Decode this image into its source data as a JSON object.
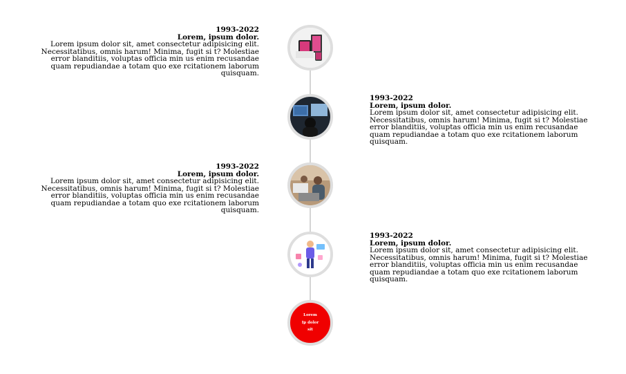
{
  "entries": [
    {
      "year": "1993-2022",
      "subtitle": "Lorem, ipsum dolor.",
      "text": "Lorem ipsum dolor sit, amet consectetur adipisicing elit. Necessitatibus, omnis harum! Minima, fugit si t? Molestiae error blanditiis, voluptas officia min us enim recusandae quam repudiandae a totam quo exe rcitationem laborum quisquam.",
      "side": "left",
      "image": "devices-mockup"
    },
    {
      "year": "1993-2022",
      "subtitle": "Lorem, ipsum dolor.",
      "text": "Lorem ipsum dolor sit, amet consectetur adipisicing elit. Necessitatibus, omnis harum! Minima, fugit si t? Molestiae error blanditiis, voluptas officia min us enim recusandae quam repudiandae a totam quo exe rcitationem laborum quisquam.",
      "side": "right",
      "image": "person-at-monitors"
    },
    {
      "year": "1993-2022",
      "subtitle": "Lorem, ipsum dolor.",
      "text": "Lorem ipsum dolor sit, amet consectetur adipisicing elit. Necessitatibus, omnis harum! Minima, fugit si t? Molestiae error blanditiis, voluptas officia min us enim recusandae quam repudiandae a totam quo exe rcitationem laborum quisquam.",
      "side": "left",
      "image": "team-meeting"
    },
    {
      "year": "1993-2022",
      "subtitle": "Lorem, ipsum dolor.",
      "text": "Lorem ipsum dolor sit, amet consectetur adipisicing elit. Necessitatibus, omnis harum! Minima, fugit si t? Molestiae error blanditiis, voluptas officia min us enim recusandae quam repudiandae a totam quo exe rcitationem laborum quisquam.",
      "side": "right",
      "image": "designer-illustration"
    }
  ],
  "end_node": {
    "lines": [
      "Lorem",
      "Ip dolor",
      "sit"
    ],
    "color": "#f00000"
  },
  "colors": {
    "line": "#d4d4d4",
    "ring": "#dedede"
  }
}
